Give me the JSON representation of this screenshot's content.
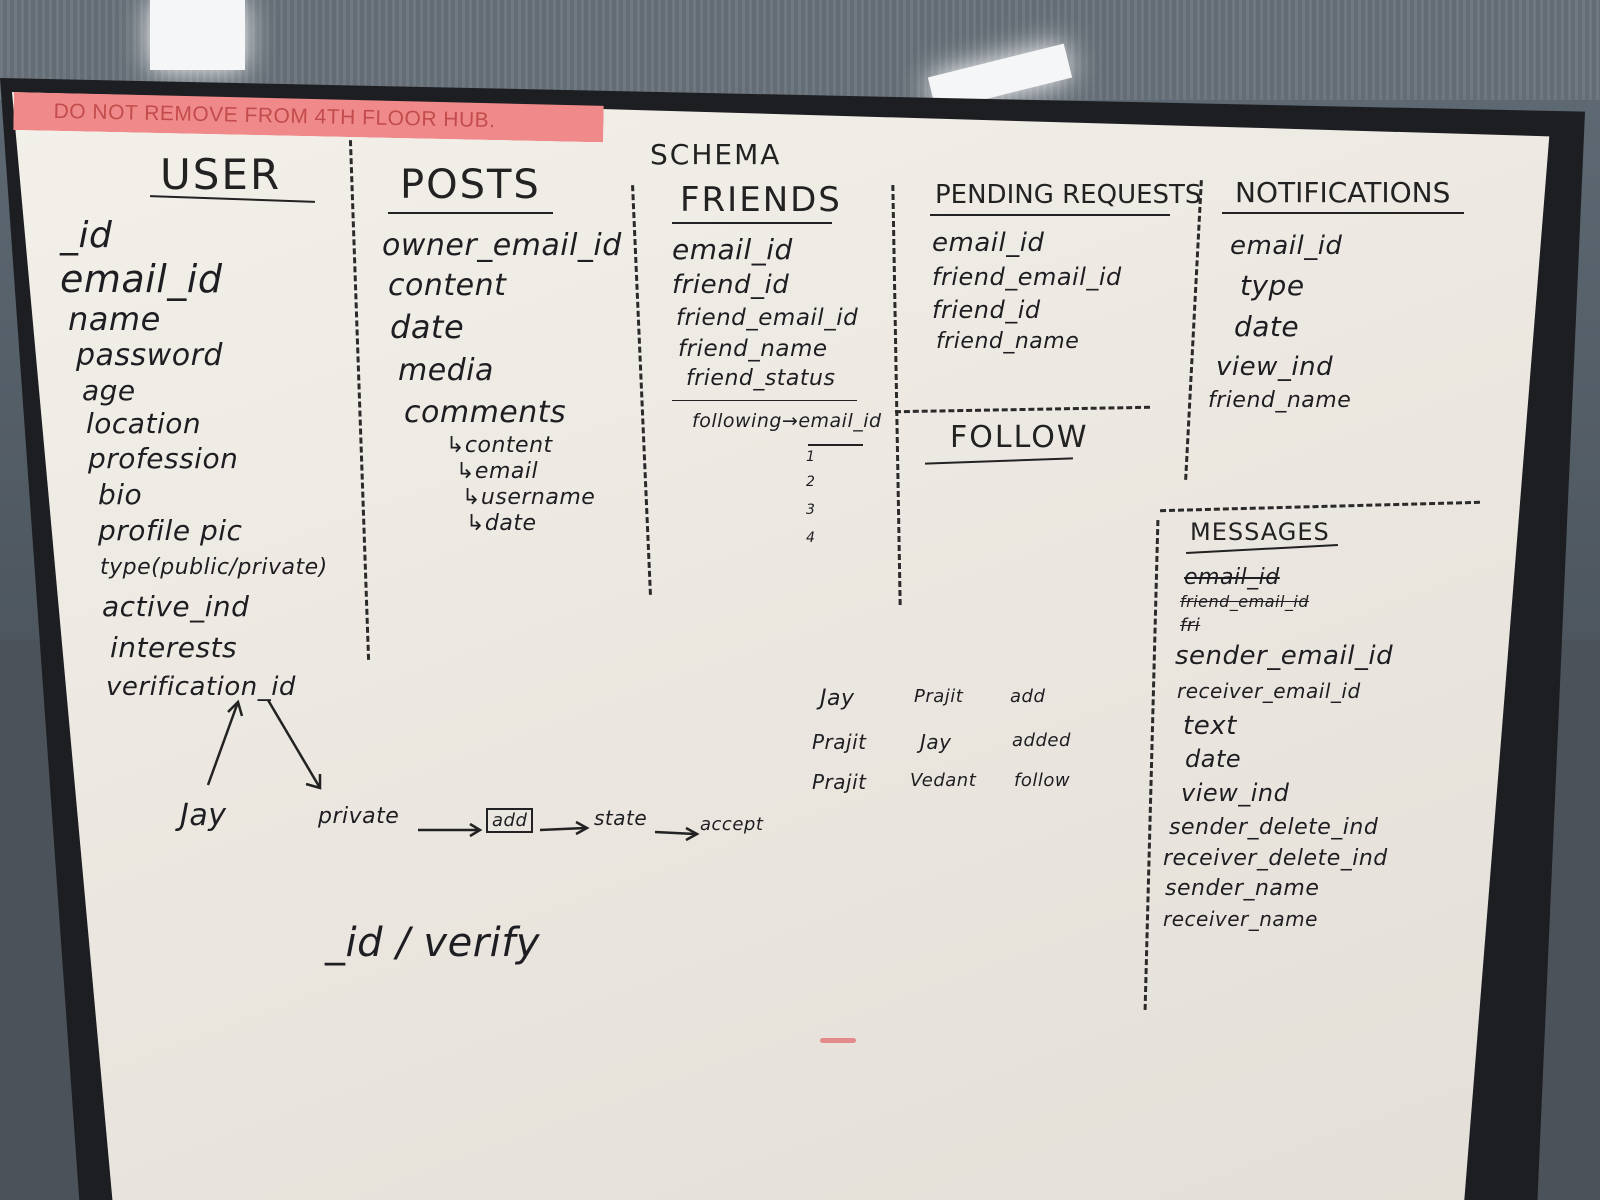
{
  "sticker": "DO NOT REMOVE FROM 4TH FLOOR HUB.",
  "schema_title": "SCHEMA",
  "tables": {
    "user": {
      "title": "USER",
      "fields": [
        "_id",
        "email_id",
        "name",
        "password",
        "age",
        "location",
        "profession",
        "bio",
        "profile pic",
        "type(public/private)",
        "active_ind",
        "interests",
        "verification_id"
      ]
    },
    "posts": {
      "title": "POSTS",
      "fields": [
        "owner_email_id",
        "content",
        "date",
        "media",
        "comments"
      ],
      "comment_fields": [
        "↳content",
        "↳email",
        "↳username",
        "↳date"
      ]
    },
    "friends": {
      "title": "FRIENDS",
      "fields": [
        "email_id",
        "friend_id",
        "friend_email_id",
        "friend_name",
        "friend_status"
      ],
      "following": "following→email_id",
      "enum": [
        "1",
        "2",
        "3",
        "4"
      ]
    },
    "pending": {
      "title": "PENDING REQUESTS",
      "fields": [
        "email_id",
        "friend_email_id",
        "friend_id",
        "friend_name"
      ]
    },
    "follow": {
      "title": "FOLLOW"
    },
    "notifications": {
      "title": "NOTIFICATIONS",
      "fields": [
        "email_id",
        "type",
        "date",
        "view_ind",
        "friend_name"
      ]
    },
    "messages": {
      "title": "MESSAGES",
      "struck": [
        "email_id",
        "friend_email_id"
      ],
      "struck_short": "fri",
      "fields": [
        "sender_email_id",
        "receiver_email_id",
        "text",
        "date",
        "view_ind",
        "sender_delete_ind",
        "receiver_delete_ind",
        "sender_name",
        "receiver_name"
      ]
    }
  },
  "example_rows": [
    [
      "Jay",
      "Prajit",
      "add"
    ],
    [
      "Prajit",
      "Jay",
      "added"
    ],
    [
      "Prajit",
      "Vedant",
      "follow"
    ]
  ],
  "flow": {
    "start": "Jay",
    "steps": [
      "private",
      "add",
      "state",
      "accept"
    ]
  },
  "bottom_note": "_id / verify"
}
